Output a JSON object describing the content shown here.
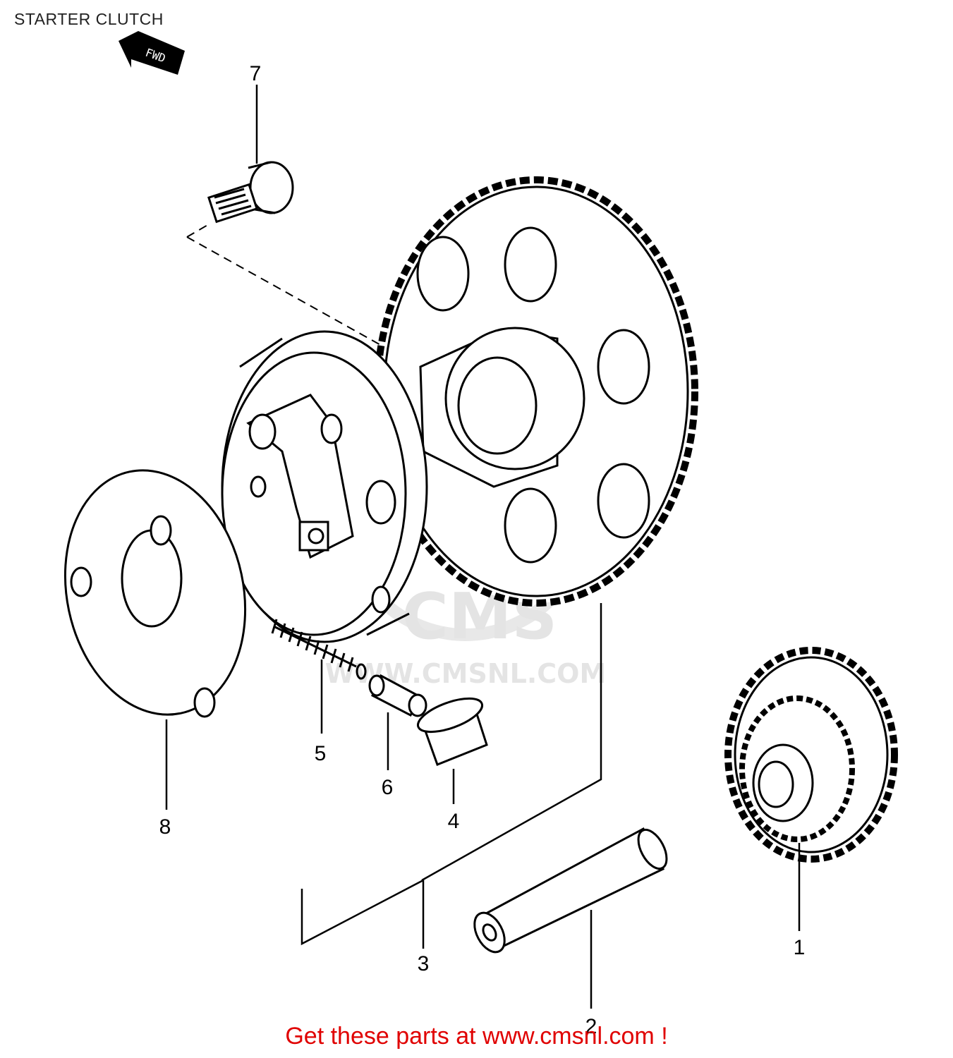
{
  "title": "STARTER CLUTCH",
  "direction_badge": "FWD",
  "callouts": {
    "p1": "1",
    "p2": "2",
    "p3": "3",
    "p4": "4",
    "p5": "5",
    "p6": "6",
    "p7": "7",
    "p8": "8"
  },
  "watermark": {
    "brand": "CMS",
    "url": "WWW.CMSNL.COM"
  },
  "footer": {
    "text": "Get these parts at www.cmsnl.com !"
  },
  "colors": {
    "line": "#000000",
    "footer_text": "#e00000",
    "watermark": "#cfcfcf"
  }
}
